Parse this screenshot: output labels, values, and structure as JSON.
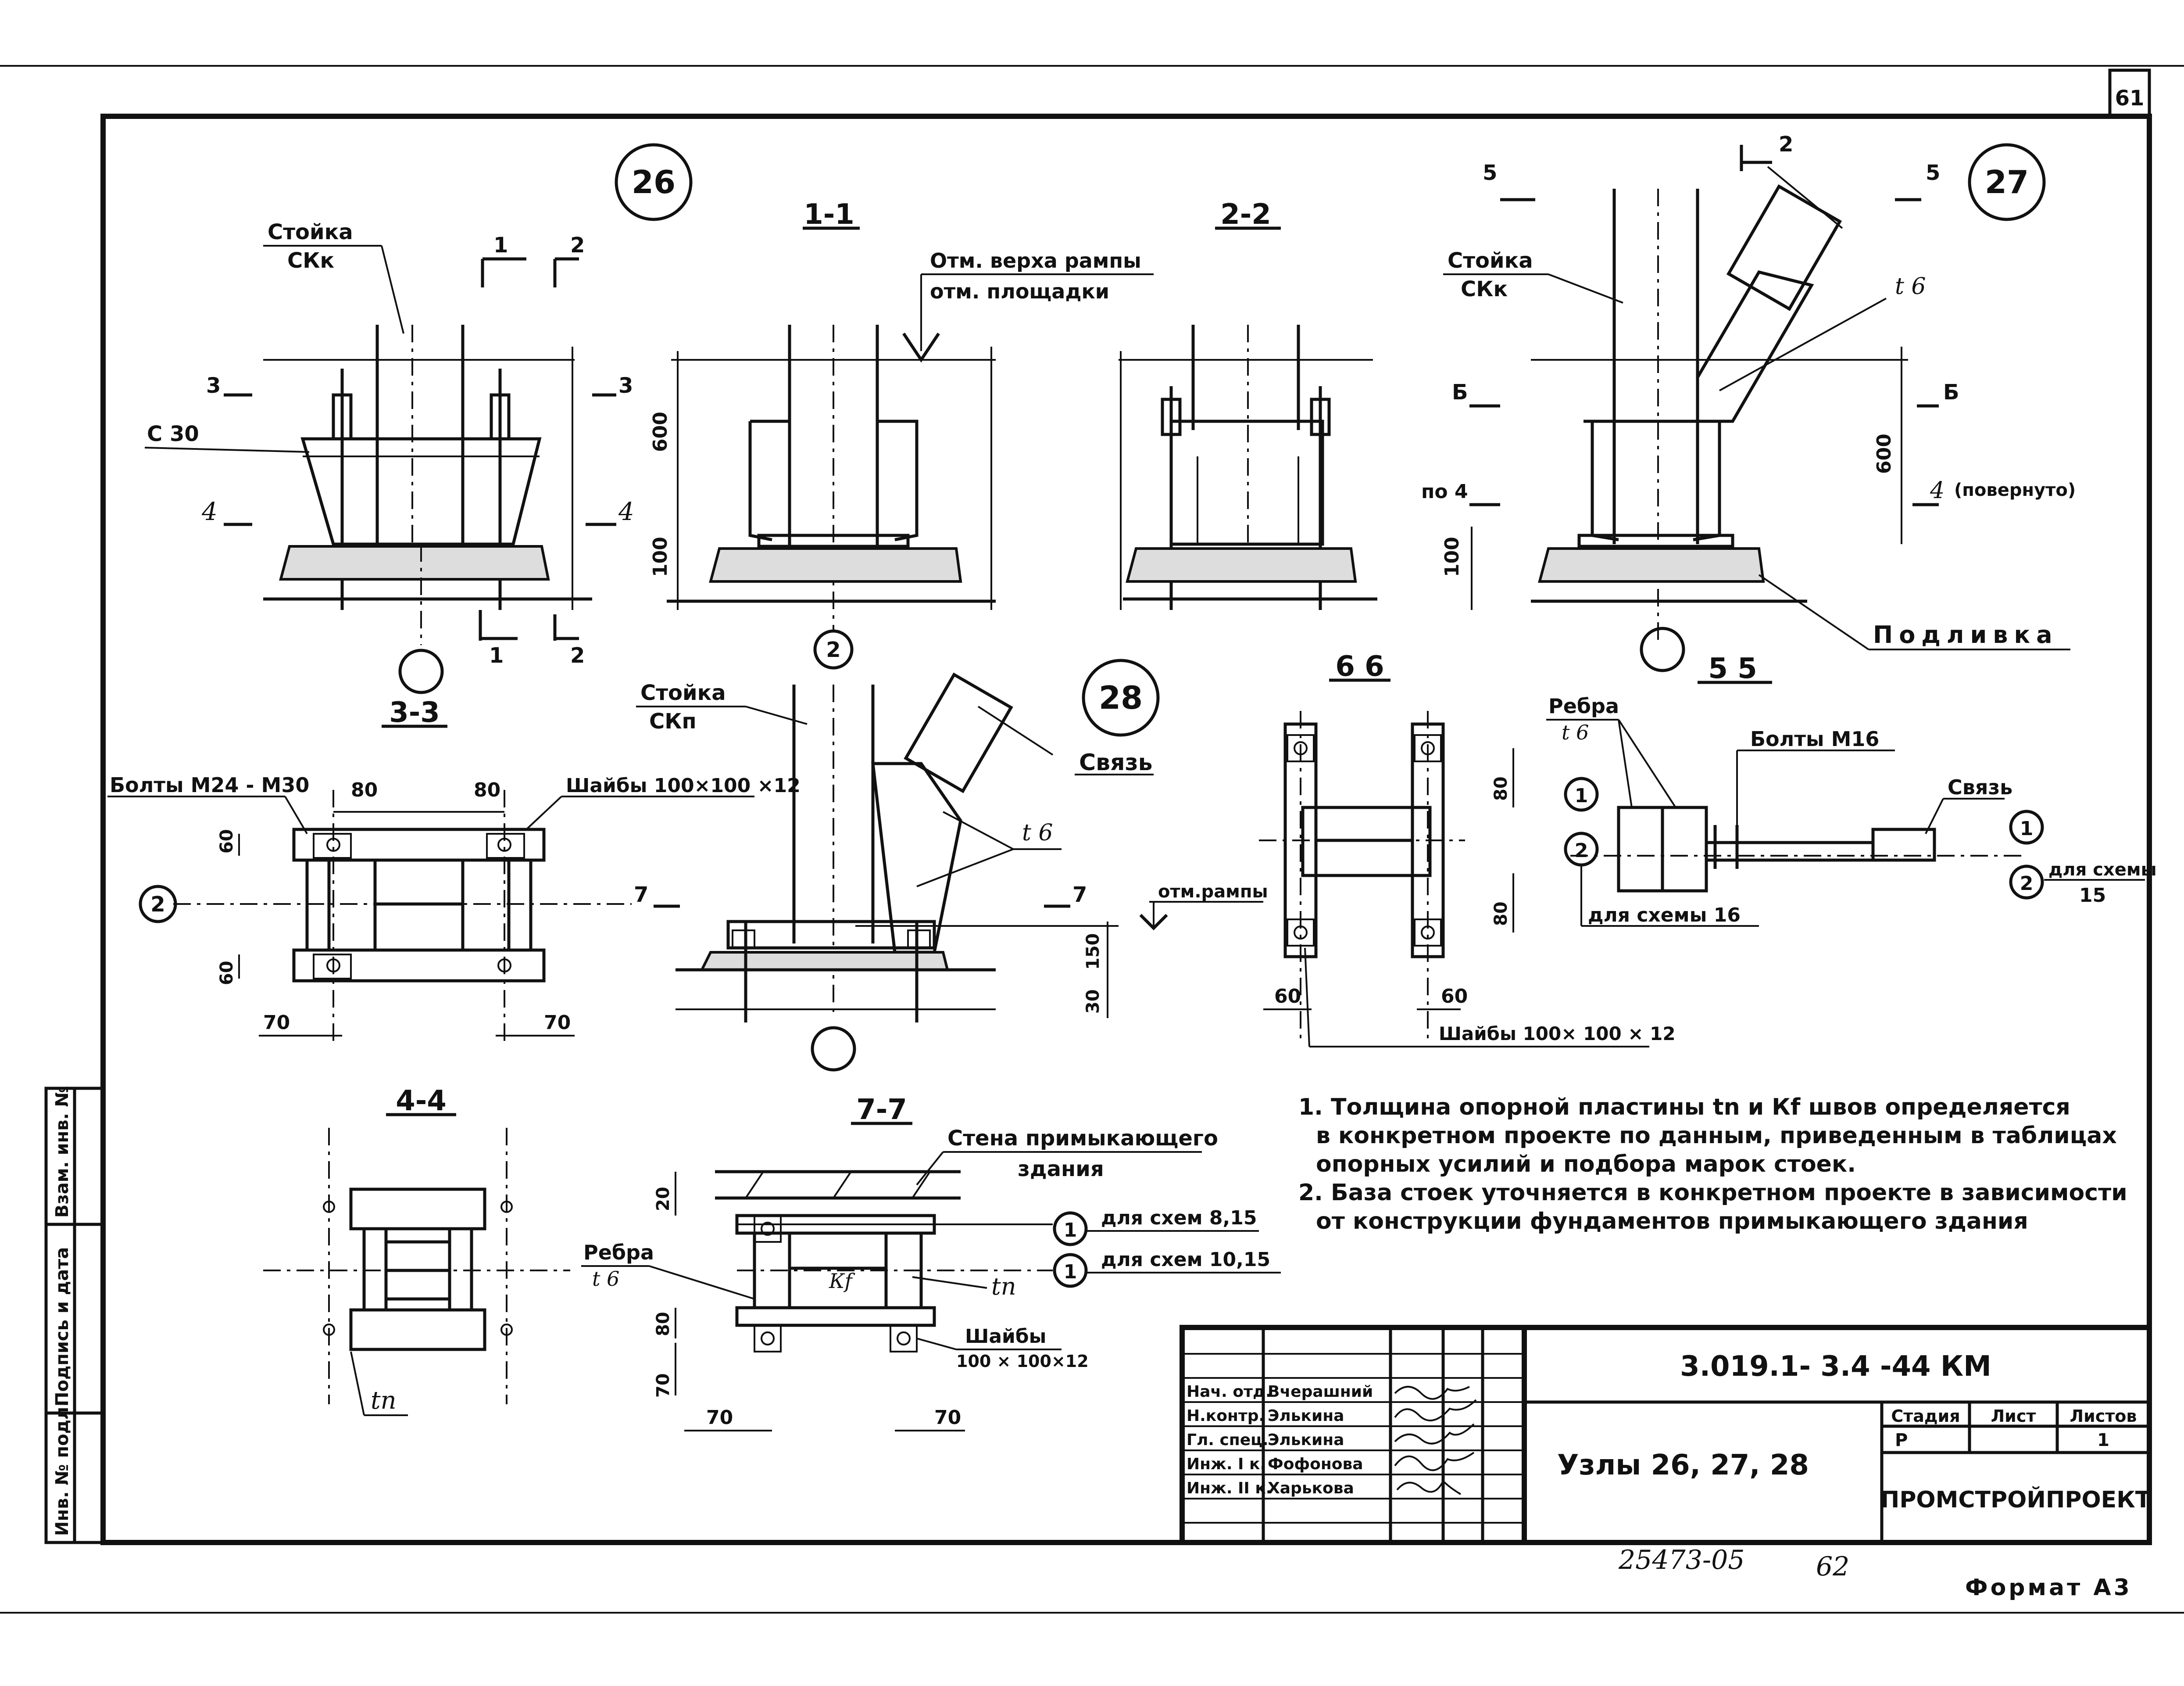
{
  "sheet": {
    "page_number": "61",
    "format": "Формат А3",
    "archive_number": "25473-05",
    "archive_page": "62"
  },
  "node_marks": {
    "n26": "26",
    "n27": "27",
    "n28": "28"
  },
  "views": {
    "s11": "1-1",
    "s22": "2-2",
    "s33": "3-3",
    "s44": "4-4",
    "s55": "5  5",
    "s66": "6  6",
    "s77": "7-7"
  },
  "labels": {
    "stoika_ckk_1": [
      "Стойка",
      "СКк"
    ],
    "stoika_ckk_2": [
      "Стойка",
      "СКк"
    ],
    "stoika_ckp": [
      "Стойка",
      "СКп"
    ],
    "c30": "С 30",
    "ramp_top": "Отм. верха рампы",
    "platform": "отм. площадки",
    "ramp_mark": "отм.рампы",
    "podlivka": "Подливка",
    "t6_a": "t 6",
    "t6_b": "t 6",
    "sviaz_1": "Связь",
    "sviaz_2": "Связь",
    "po4": "по 4",
    "rotated": "(повернуто)",
    "bolts_m24": "Болты М24 - М30",
    "washers_1": "Шайбы 100×100 ×12",
    "washers_2": "Шайбы  100× 100 × 12",
    "washers_3": [
      "Шайбы",
      "100 × 100×12"
    ],
    "ribs_t6_1": [
      "Ребра",
      "t 6"
    ],
    "ribs_t6_2": [
      "Ребра",
      "t 6"
    ],
    "bolts_m16": "Болты М16",
    "for_scheme_16": "для схемы 16",
    "for_scheme_15": [
      "для схемы",
      "15"
    ],
    "wall": [
      "Стена примыкающего",
      "здания"
    ],
    "for_schemes_815": "для схем 8,15",
    "for_schemes_1015": "для схем 10,15",
    "tn_1": "tn",
    "tn_2": "tn",
    "kf": "Кf"
  },
  "dimensions": {
    "d600a": "600",
    "d100a": "100",
    "d600b": "600",
    "d100b": "100",
    "d80a": "80",
    "d80b": "80",
    "d60a": "60",
    "d60b": "60",
    "d70a": "70",
    "d70b": "70",
    "d80c": "80",
    "d80d": "80",
    "d60c": "60",
    "d60d": "60",
    "d150": "150",
    "d30": "30",
    "d20": "20",
    "d80e": "80",
    "d70c": "70",
    "d70d": "70",
    "d70e": "70"
  },
  "cut_marks": {
    "c1": "1",
    "c2": "2",
    "c3": "3",
    "c4": "4",
    "c5": "5",
    "c6": "Б",
    "c7": "7",
    "axis2": "2",
    "axis1": "1"
  },
  "notes": [
    "1. Толщина опорной пластины tn и Кf швов определяется",
    "в конкретном проекте по данным, приведенным в таблицах",
    "опорных усилий и подбора марок стоек.",
    "2. База стоек уточняется в конкретном проекте в зависимости",
    "от конструкции фундаментов примыкающего здания"
  ],
  "side_stamp": [
    "Инв. № подл.",
    "Подпись и дата",
    "Взам. инв. №"
  ],
  "title_block": {
    "code": "3.019.1- 3.4 -44 КМ",
    "title": "Узлы  26, 27, 28",
    "stage_header": "Стадия",
    "sheet_header": "Лист",
    "sheets_header": "Листов",
    "stage": "Р",
    "sheets": "1",
    "org": "ПРОМСТРОЙПРОЕКТ",
    "roles": [
      {
        "role": "Нач. отд.",
        "name": "Вчерашний"
      },
      {
        "role": "Н.контр.",
        "name": "Элькина"
      },
      {
        "role": "Гл. спец.",
        "name": "Элькина"
      },
      {
        "role": "Инж. I к.",
        "name": "Фофонова"
      },
      {
        "role": "Инж. II к.",
        "name": "Харькова"
      }
    ]
  }
}
